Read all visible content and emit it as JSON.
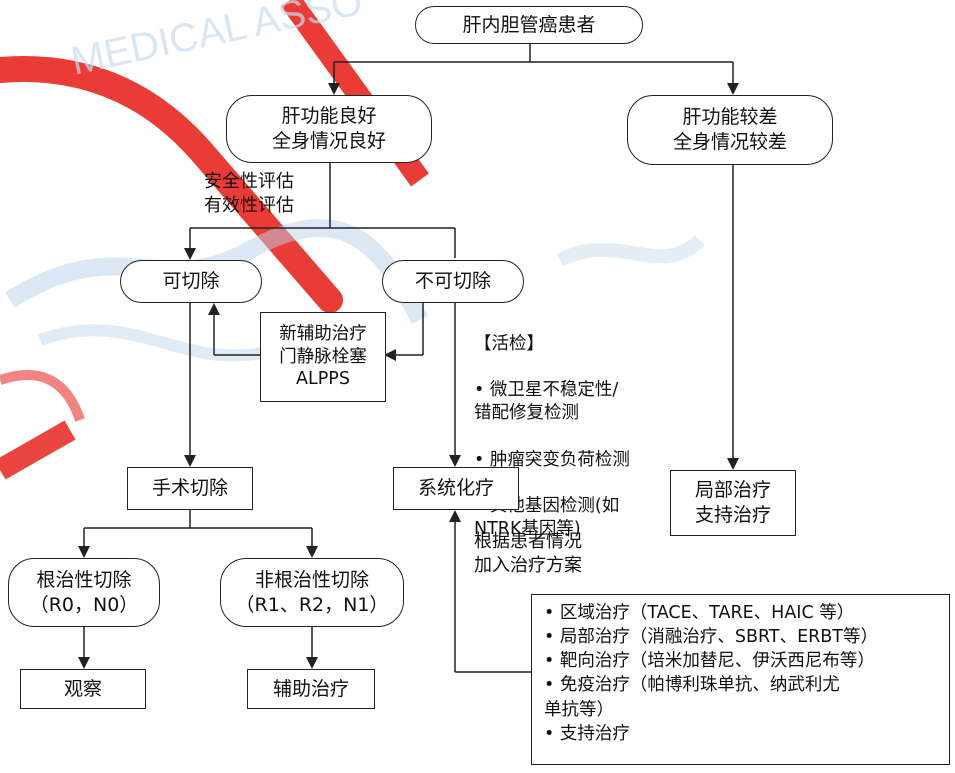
{
  "nodes": {
    "root": "肝内胆管癌患者",
    "good_l1": "肝功能良好",
    "good_l2": "全身情况良好",
    "poor_l1": "肝功能较差",
    "poor_l2": "全身情况较差",
    "resectable": "可切除",
    "unresectable": "不可切除",
    "neo_l1": "新辅助治疗",
    "neo_l2": "门静脉栓塞",
    "neo_l3": "ALPPS",
    "surgery": "手术切除",
    "systemic": "系统化疗",
    "local_l1": "局部治疗",
    "local_l2": "支持治疗",
    "radical_l1": "根治性切除",
    "radical_l2": "（R0，N0）",
    "nonradical_l1": "非根治性切除",
    "nonradical_l2": "（R1、R2，N1）",
    "observe": "观察",
    "adjuvant": "辅助治疗"
  },
  "notes": {
    "evaluation": "安全性评估\n有效性评估",
    "biopsy_title": "【活检】",
    "biopsy_items": [
      "• 微卫星不稳定性/\n   错配修复检测",
      "• 肿瘤突变负荷检测",
      "• 其他基因检测(如\n   NTRK基因等)"
    ],
    "plan": "根据患者情况\n加入治疗方案"
  },
  "options": [
    "• 区域治疗（TACE、TARE、HAIC 等）",
    "• 局部治疗（消融治疗、SBRT、ERBT等）",
    "• 靶向治疗（培米加替尼、伊沃西尼布等）",
    "• 免疫治疗（帕博利珠单抗、纳武利尤\n   单抗等）",
    "• 支持治疗"
  ],
  "watermark": "MEDICAL ASSO",
  "colors": {
    "stroke": "#222222",
    "watermark_red": "#e8312b",
    "watermark_blue": "#b9d4ec"
  }
}
